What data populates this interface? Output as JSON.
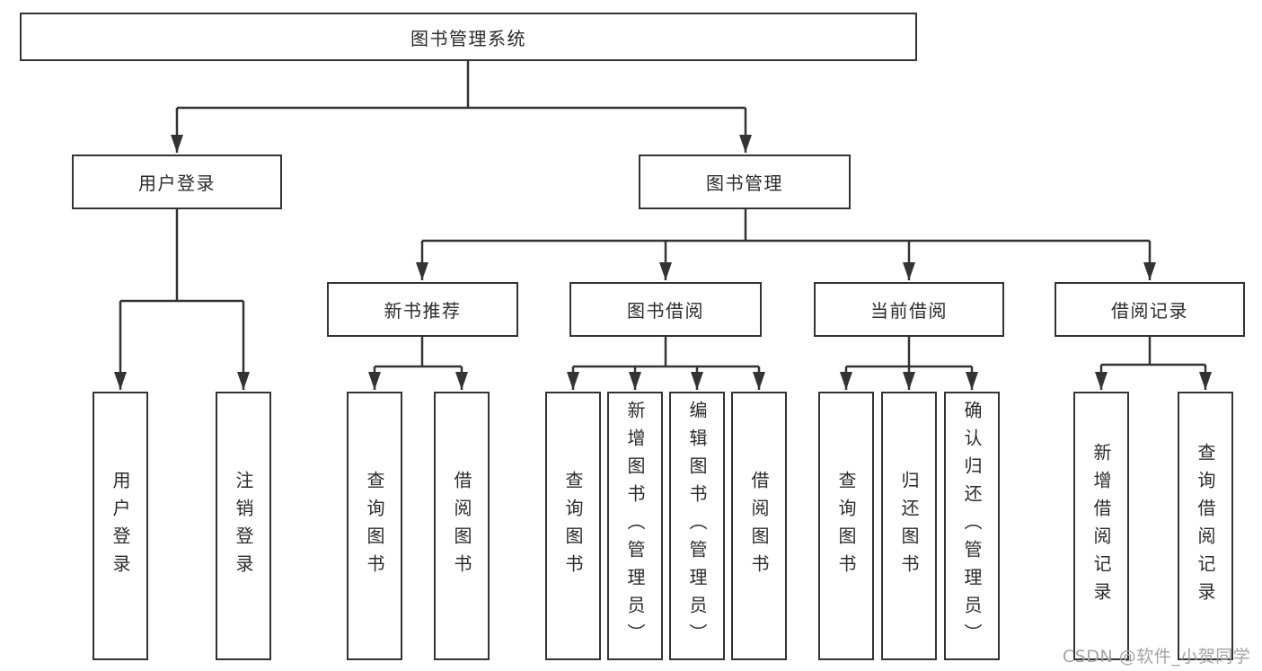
{
  "diagram": {
    "type": "hierarchy-tree",
    "colors": {
      "line": "#333333",
      "box_border": "#333333",
      "box_fill": "#ffffff",
      "text": "#2b2b2b",
      "watermark": "#a3a3a3",
      "background": "#ffffff"
    }
  },
  "tree": {
    "label": "图书管理系统",
    "children": [
      {
        "label": "用户登录",
        "children": [
          {
            "label": "用户登录"
          },
          {
            "label": "注销登录"
          }
        ]
      },
      {
        "label": "图书管理",
        "children": [
          {
            "label": "新书推荐",
            "children": [
              {
                "label": "查询图书"
              },
              {
                "label": "借阅图书"
              }
            ]
          },
          {
            "label": "图书借阅",
            "children": [
              {
                "label": "查询图书"
              },
              {
                "label": "新增图书（管理员）"
              },
              {
                "label": "编辑图书（管理员）"
              },
              {
                "label": "借阅图书"
              }
            ]
          },
          {
            "label": "当前借阅",
            "children": [
              {
                "label": "查询图书"
              },
              {
                "label": "归还图书"
              },
              {
                "label": "确认归还（管理员）"
              }
            ]
          },
          {
            "label": "借阅记录",
            "children": [
              {
                "label": "新增借阅记录"
              },
              {
                "label": "查询借阅记录"
              }
            ]
          }
        ]
      }
    ]
  },
  "watermark": "CSDN @软件_小贺同学"
}
